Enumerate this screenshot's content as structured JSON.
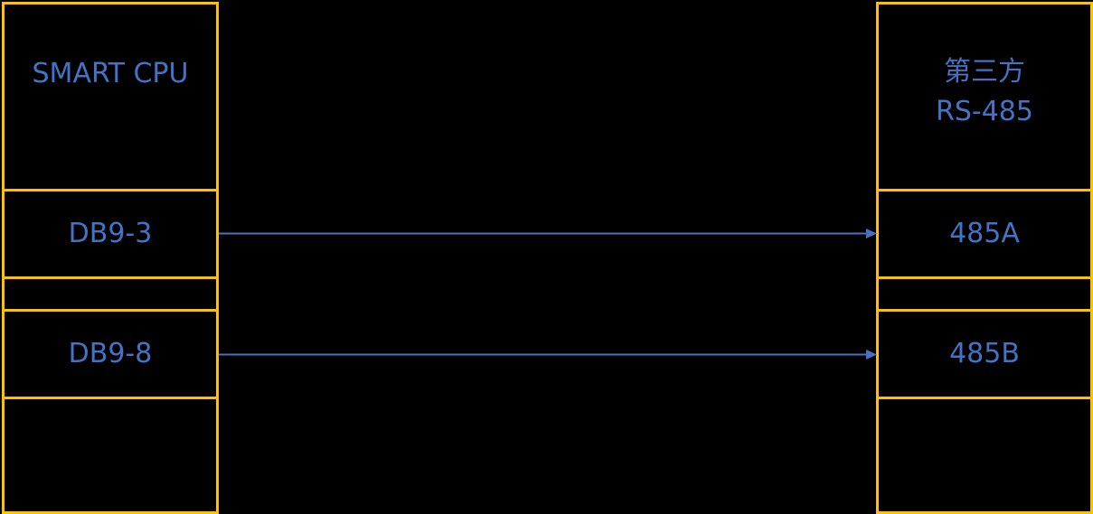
{
  "diagram": {
    "left_device": {
      "title": "SMART CPU",
      "pins": [
        {
          "label": "DB9-3"
        },
        {
          "label": "DB9-8"
        }
      ]
    },
    "right_device": {
      "title": "第三方\nRS-485",
      "pins": [
        {
          "label": "485A"
        },
        {
          "label": "485B"
        }
      ]
    },
    "connections": [
      {
        "from": "DB9-3",
        "to": "485A"
      },
      {
        "from": "DB9-8",
        "to": "485B"
      }
    ],
    "colors": {
      "border": "#FFC000",
      "text": "#4472C4",
      "arrow": "#4472C4",
      "background": "#000000"
    }
  }
}
